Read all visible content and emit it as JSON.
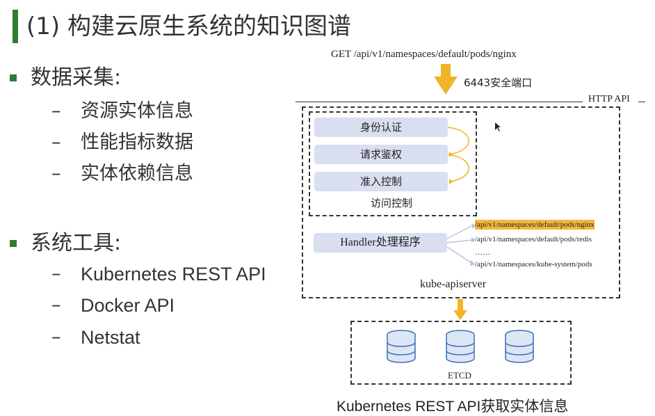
{
  "title": "(1) 构建云原生系统的知识图谱",
  "left": {
    "sections": [
      {
        "heading": "数据采集:",
        "items": [
          "资源实体信息",
          "性能指标数据",
          "实体依赖信息"
        ]
      },
      {
        "heading": "系统工具:",
        "items": [
          "Kubernetes REST API",
          "Docker API",
          "Netstat"
        ]
      }
    ]
  },
  "diagram": {
    "request": "GET /api/v1/namespaces/default/pods/nginx",
    "port_label": "6443安全端口",
    "http_api": "HTTP API",
    "auth_steps": [
      "身份认证",
      "请求鉴权",
      "准入控制"
    ],
    "access_control": "访问控制",
    "handler": "Handler处理程序",
    "paths": [
      "/api/v1/namespaces/default/pods/nginx",
      "/api/v1/namespaces/default/pods/redis",
      "……",
      "/api/v1/namespaces/kube-system/pods"
    ],
    "apiserver": "kube-apiserver",
    "etcd": "ETCD",
    "caption": "Kubernetes REST API获取实体信息",
    "colors": {
      "arrow": "#f0b429",
      "highlight": "#f3b63a",
      "pill": "#d9dff0",
      "accent": "#2e7d32"
    }
  }
}
